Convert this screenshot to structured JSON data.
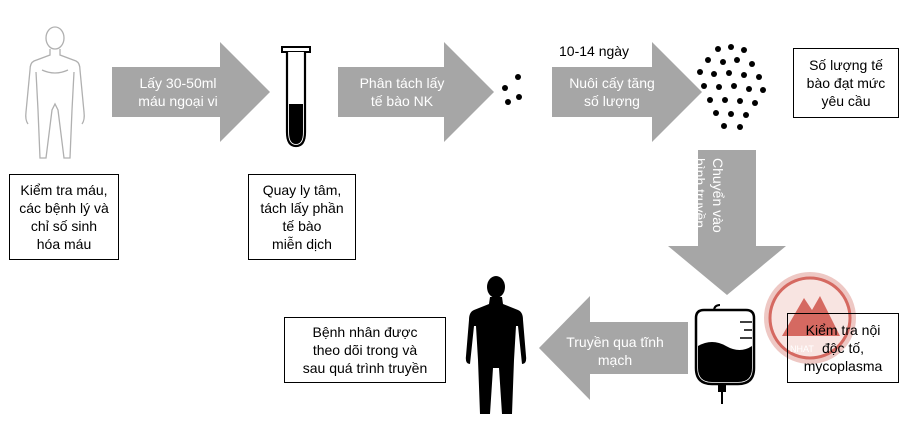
{
  "colors": {
    "arrow": "#a6a6a6",
    "tube_fill": "#000000",
    "stamp": "#c8372d"
  },
  "icons": {
    "patient_outline": "human-outline-icon",
    "test_tube": "test-tube-icon",
    "nk_cells_few": "cell-dots-icon",
    "nk_cells_many": "cell-cluster-icon",
    "iv_bag": "iv-bag-icon",
    "patient_solid": "human-silhouette-icon",
    "watermark": "watermark-logo"
  },
  "steps": {
    "blood_check": [
      "Kiểm tra máu,",
      "các bệnh lý và",
      "chỉ số sinh",
      "hóa máu"
    ],
    "centrifuge": [
      "Quay ly tâm,",
      "tách lấy phần",
      "tế bào",
      "miễn dịch"
    ],
    "target_count": [
      "Số lượng tế",
      "bào đạt mức",
      "yêu cầu"
    ],
    "toxin_check": [
      "Kiểm tra nội",
      "độc tố,",
      "mycoplasma"
    ],
    "monitoring": [
      "Bệnh nhân được",
      "theo dõi trong và",
      "sau quá trình truyền"
    ]
  },
  "arrows": {
    "draw_blood": [
      "Lấy 30-50ml",
      "máu ngoại vi"
    ],
    "separate_nk": [
      "Phân tách lấy",
      "tế bào NK"
    ],
    "culture": [
      "Nuôi cấy tăng",
      "số lượng"
    ],
    "transfer_bag": [
      "Chuyển vào",
      "bình truyền"
    ],
    "infuse": [
      "Truyền qua tĩnh",
      "mạch"
    ]
  },
  "culture_duration": "10-14 ngày",
  "watermark_text": "NHAT"
}
